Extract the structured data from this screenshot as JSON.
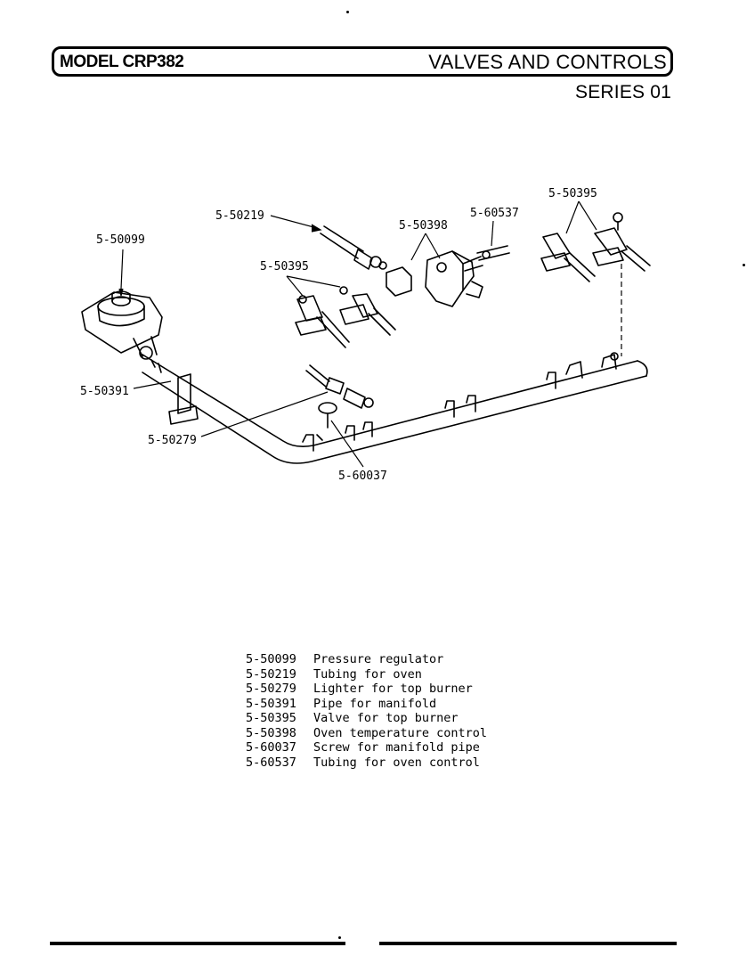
{
  "header": {
    "model": "MODEL CRP382",
    "section": "VALVES AND CONTROLS",
    "series": "SERIES 01"
  },
  "callouts": {
    "regulator": "5-50099",
    "oven_tubing": "5-50219",
    "oven_control": "5-50398",
    "oven_control_tubing": "5-60537",
    "valve_right": "5-50395",
    "valve_left": "5-50395",
    "manifold_pipe": "5-50391",
    "lighter": "5-50279",
    "screw": "5-60037"
  },
  "parts": [
    {
      "number": "5-50099",
      "description": "Pressure regulator"
    },
    {
      "number": "5-50219",
      "description": "Tubing for oven"
    },
    {
      "number": "5-50279",
      "description": "Lighter for top burner"
    },
    {
      "number": "5-50391",
      "description": "Pipe for manifold"
    },
    {
      "number": "5-50395",
      "description": "Valve for top burner"
    },
    {
      "number": "5-50398",
      "description": "Oven temperature control"
    },
    {
      "number": "5-60037",
      "description": "Screw for manifold pipe"
    },
    {
      "number": "5-60537",
      "description": "Tubing for oven control"
    }
  ]
}
